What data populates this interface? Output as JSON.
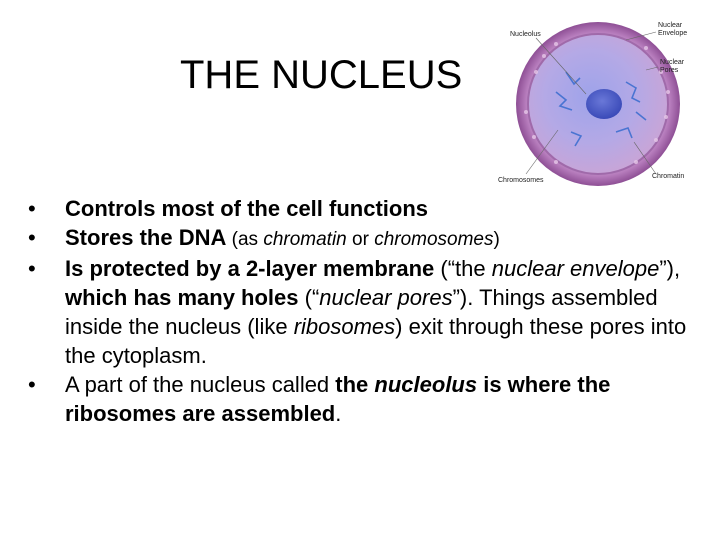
{
  "slide": {
    "title": "THE NUCLEUS",
    "figure": {
      "labels": {
        "nucleolus": "Nucleolus",
        "nuclear_envelope_1": "Nuclear",
        "nuclear_envelope_2": "Envelope",
        "nuclear_pores_1": "Nuclear",
        "nuclear_pores_2": "Pores",
        "chromosomes": "Chromosomes",
        "chromatin": "Chromatin"
      }
    },
    "bullet_symbol": "•",
    "bullets": [
      {
        "p1": "Controls most of the cell functions"
      },
      {
        "p1": "Stores the DNA",
        "p2": " (as ",
        "p3": "chromatin",
        "p4": " or ",
        "p5": "chromosomes",
        "p6": ")"
      },
      {
        "p1": "Is protected by a 2-layer membrane",
        "p2": " (“the ",
        "p3": "nuclear envelope",
        "p4": "”), ",
        "p5": "which has many holes",
        "p6": " (“",
        "p7": "nuclear pores",
        "p8": "”).  Things assembled inside the nucleus (like ",
        "p9": "ribosomes",
        "p10": ") exit through these pores into the cytoplasm."
      },
      {
        "p1": "A part of the nucleus called ",
        "p2": "the ",
        "p3": "nucleolus",
        "p4": " is where the ribosomes are assembled",
        "p5": "."
      }
    ]
  }
}
